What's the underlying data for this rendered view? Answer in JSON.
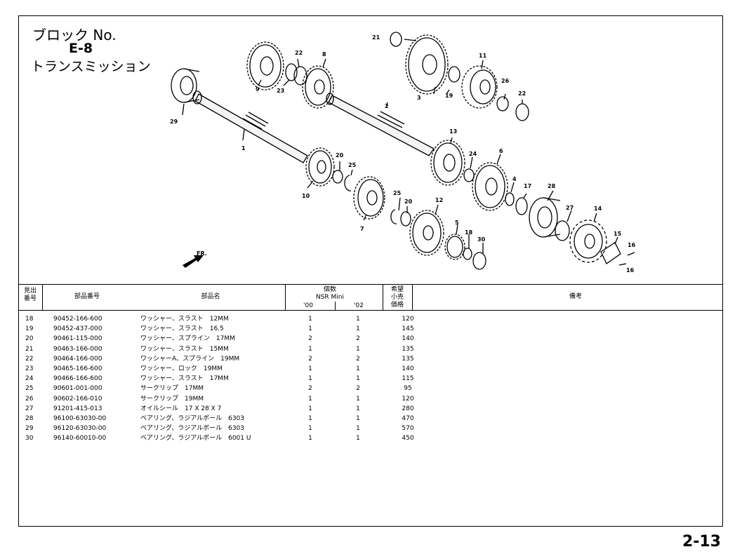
{
  "header": {
    "block_label": "ブロック No.",
    "block_code": "E-8",
    "block_name": "トランスミッション"
  },
  "diagram": {
    "direction_label": "FR.",
    "callouts": [
      "1",
      "2",
      "3",
      "4",
      "5",
      "6",
      "7",
      "8",
      "9",
      "10",
      "11",
      "12",
      "13",
      "14",
      "15",
      "16",
      "16",
      "17",
      "18",
      "19",
      "20",
      "20",
      "21",
      "22",
      "22",
      "23",
      "24",
      "25",
      "25",
      "26",
      "27",
      "28",
      "29",
      "30"
    ]
  },
  "table": {
    "headers": {
      "ref_no": "見出\n番号",
      "part_no": "部品番号",
      "part_name": "部品名",
      "qty": "個数",
      "model": "NSR Mini",
      "year1": "'00",
      "year2": "'02",
      "price": "希望\n小売\n価格",
      "remarks": "備考"
    },
    "rows": [
      {
        "ref": "18",
        "part_no": "90452-166-600",
        "name": "ワッシャー、スラスト　12MM",
        "q1": "1",
        "q2": "1",
        "price": "120"
      },
      {
        "ref": "19",
        "part_no": "90452-437-000",
        "name": "ワッシャー、スラスト　16.5",
        "q1": "1",
        "q2": "1",
        "price": "145"
      },
      {
        "ref": "20",
        "part_no": "90461-115-000",
        "name": "ワッシャー、スプライン　17MM",
        "q1": "2",
        "q2": "2",
        "price": "140"
      },
      {
        "ref": "21",
        "part_no": "90463-166-000",
        "name": "ワッシャー、スラスト　15MM",
        "q1": "1",
        "q2": "1",
        "price": "135"
      },
      {
        "ref": "22",
        "part_no": "90464-166-000",
        "name": "ワッシャーA、スプライン　19MM",
        "q1": "2",
        "q2": "2",
        "price": "135"
      },
      {
        "ref": "23",
        "part_no": "90465-166-600",
        "name": "ワッシャー、ロック　19MM",
        "q1": "1",
        "q2": "1",
        "price": "140"
      },
      {
        "ref": "24",
        "part_no": "90466-166-600",
        "name": "ワッシャー、スラスト　17MM",
        "q1": "1",
        "q2": "1",
        "price": "115"
      },
      {
        "ref": "25",
        "part_no": "90601-001-000",
        "name": "サークリップ　17MM",
        "q1": "2",
        "q2": "2",
        "price": "95"
      },
      {
        "ref": "26",
        "part_no": "90602-166-010",
        "name": "サークリップ　19MM",
        "q1": "1",
        "q2": "1",
        "price": "120"
      },
      {
        "ref": "27",
        "part_no": "91201-415-013",
        "name": "オイルシール　17 X 28 X 7",
        "q1": "1",
        "q2": "1",
        "price": "280"
      },
      {
        "ref": "28",
        "part_no": "96100-63030-00",
        "name": "ベアリング、ラジアルボール　6303",
        "q1": "1",
        "q2": "1",
        "price": "470"
      },
      {
        "ref": "29",
        "part_no": "96120-63030-00",
        "name": "ベアリング、ラジアルボール　6303",
        "q1": "1",
        "q2": "1",
        "price": "570"
      },
      {
        "ref": "30",
        "part_no": "96140-60010-00",
        "name": "ベアリング、ラジアルボール　6001 U",
        "q1": "1",
        "q2": "1",
        "price": "450"
      }
    ]
  },
  "page_number": "2-13"
}
